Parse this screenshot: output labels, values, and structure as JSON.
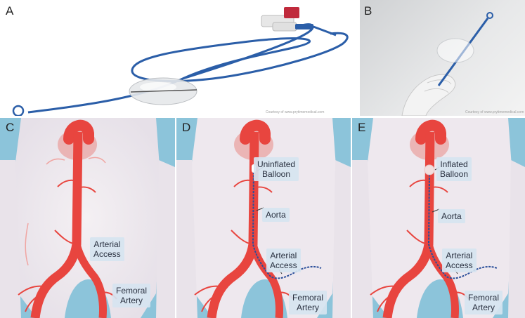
{
  "panels": {
    "a": {
      "letter": "A",
      "courtesy": "Courtesy of www.prytimemedical.com"
    },
    "b": {
      "letter": "B",
      "courtesy": "Courtesy of www.prytimemedical.com"
    },
    "c": {
      "letter": "C",
      "arterial_access": [
        "Arterial",
        "Access"
      ],
      "femoral_artery": [
        "Femoral",
        "Artery"
      ]
    },
    "d": {
      "letter": "D",
      "balloon": [
        "Uninflated",
        "Balloon"
      ],
      "aorta": "Aorta",
      "arterial_access": [
        "Arterial",
        "Access"
      ],
      "femoral_artery": [
        "Femoral",
        "Artery"
      ]
    },
    "e": {
      "letter": "E",
      "balloon": [
        "Inflated",
        "Balloon"
      ],
      "aorta": "Aorta",
      "arterial_access": [
        "Arterial",
        "Access"
      ],
      "femoral_artery": [
        "Femoral",
        "Artery"
      ]
    }
  },
  "colors": {
    "artery": "#e8453f",
    "artery_dark": "#c73530",
    "background_blue": "#8cc4da",
    "body_skin": "#f0ecef",
    "catheter": "#2b4f9a"
  }
}
